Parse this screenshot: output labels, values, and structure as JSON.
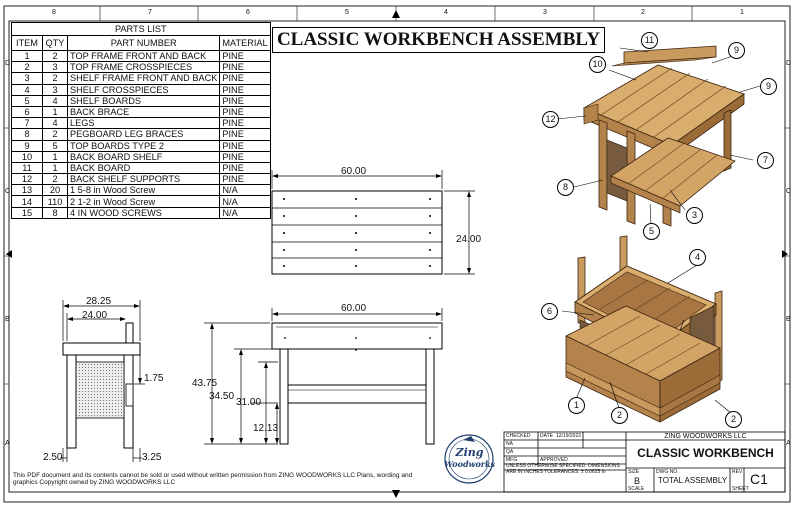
{
  "drawing_title": "CLASSIC WORKBENCH ASSEMBLY",
  "parts_list": {
    "caption": "PARTS LIST",
    "headers": [
      "ITEM",
      "QTY",
      "PART NUMBER",
      "MATERIAL"
    ],
    "rows": [
      [
        "1",
        "2",
        "TOP FRAME FRONT AND BACK",
        "PINE"
      ],
      [
        "2",
        "3",
        "TOP FRAME CROSSPIECES",
        "PINE"
      ],
      [
        "3",
        "2",
        "SHELF FRAME FRONT AND BACK",
        "PINE"
      ],
      [
        "4",
        "3",
        "SHELF CROSSPIECES",
        "PINE"
      ],
      [
        "5",
        "4",
        "SHELF BOARDS",
        "PINE"
      ],
      [
        "6",
        "1",
        "BACK BRACE",
        "PINE"
      ],
      [
        "7",
        "4",
        "LEGS",
        "PINE"
      ],
      [
        "8",
        "2",
        "PEGBOARD LEG BRACES",
        "PINE"
      ],
      [
        "9",
        "5",
        "TOP BOARDS TYPE 2",
        "PINE"
      ],
      [
        "10",
        "1",
        "BACK BOARD SHELF",
        "PINE"
      ],
      [
        "11",
        "1",
        "BACK BOARD",
        "PINE"
      ],
      [
        "12",
        "2",
        "BACK SHELF SUPPORTS",
        "PINE"
      ],
      [
        "13",
        "20",
        "1 5-8 in Wood Screw",
        "N/A"
      ],
      [
        "14",
        "110",
        "2 1-2 in Wood Screw",
        "N/A"
      ],
      [
        "15",
        "8",
        "4 IN WOOD SCREWS",
        "N/A"
      ]
    ]
  },
  "dimensions": {
    "top_width": "60.00",
    "top_depth": "24.00",
    "front_width": "60.00",
    "side_overall": "28.25",
    "side_depth": "24.00",
    "side_offset": "1.75",
    "side_left": "2.50",
    "side_right": "3.25",
    "overall_height": "43.75",
    "top_height": "34.50",
    "shelf_top": "31.00",
    "shelf_height": "12.13"
  },
  "balloons": {
    "upper": [
      "11",
      "10",
      "9",
      "9",
      "12",
      "7",
      "8",
      "3",
      "5"
    ],
    "lower": [
      "4",
      "6",
      "1",
      "2",
      "2"
    ]
  },
  "border_refs": {
    "top": [
      "8",
      "7",
      "6",
      "5",
      "4",
      "3",
      "2",
      "1"
    ],
    "side": [
      "D",
      "C",
      "B",
      "A"
    ]
  },
  "notice": "This PDF document and its contents cannot be sold or used without written permission from ZING WOODWORKS LLC Plans, wording and graphics Copyright owned by ZING WOODWORKS LLC",
  "logo_text": [
    "Zing",
    "Woodworks"
  ],
  "title_block": {
    "company": "ZING WOODWORKS LLC",
    "title": "CLASSIC WORKBENCH",
    "checked": "CHECKED",
    "date_label": "DATE",
    "date_value": "12/19/2022",
    "drawn_label": "NA",
    "qa": "QA",
    "mfg": "MFG",
    "approved": "APPROVED",
    "tolerance": "UNLESS OTHERWISE SPECIFIED: DIMENSIONS ARE IN INCHES TOLERANCES: ± 0.0625 in",
    "size_label": "SIZE",
    "size_value": "B",
    "dwg_label": "DWG NO",
    "dwg_value": "TOTAL ASSEMBLY",
    "rev_label": "REV",
    "rev_value": "C1",
    "scale": "SCALE",
    "sheet": "SHEET"
  }
}
